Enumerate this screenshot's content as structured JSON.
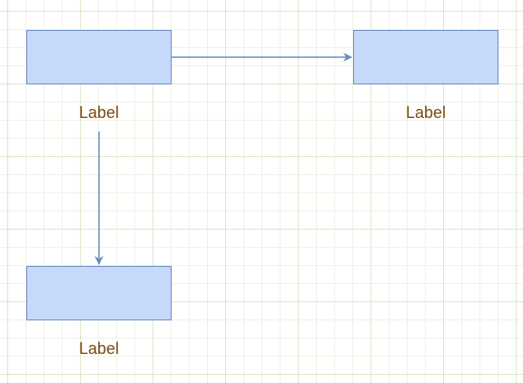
{
  "diagram": {
    "colors": {
      "node_fill": "#c6d9fb",
      "node_stroke": "#6c8ebf",
      "edge_stroke": "#6c8ebf",
      "label_text": "#7b4a12"
    },
    "nodes": [
      {
        "id": "top-left",
        "label": "Label"
      },
      {
        "id": "top-right",
        "label": "Label"
      },
      {
        "id": "bottom-left",
        "label": "Label"
      }
    ],
    "edges": [
      {
        "from": "top-left",
        "to": "top-right"
      },
      {
        "from": "top-left",
        "to": "bottom-left"
      }
    ]
  }
}
